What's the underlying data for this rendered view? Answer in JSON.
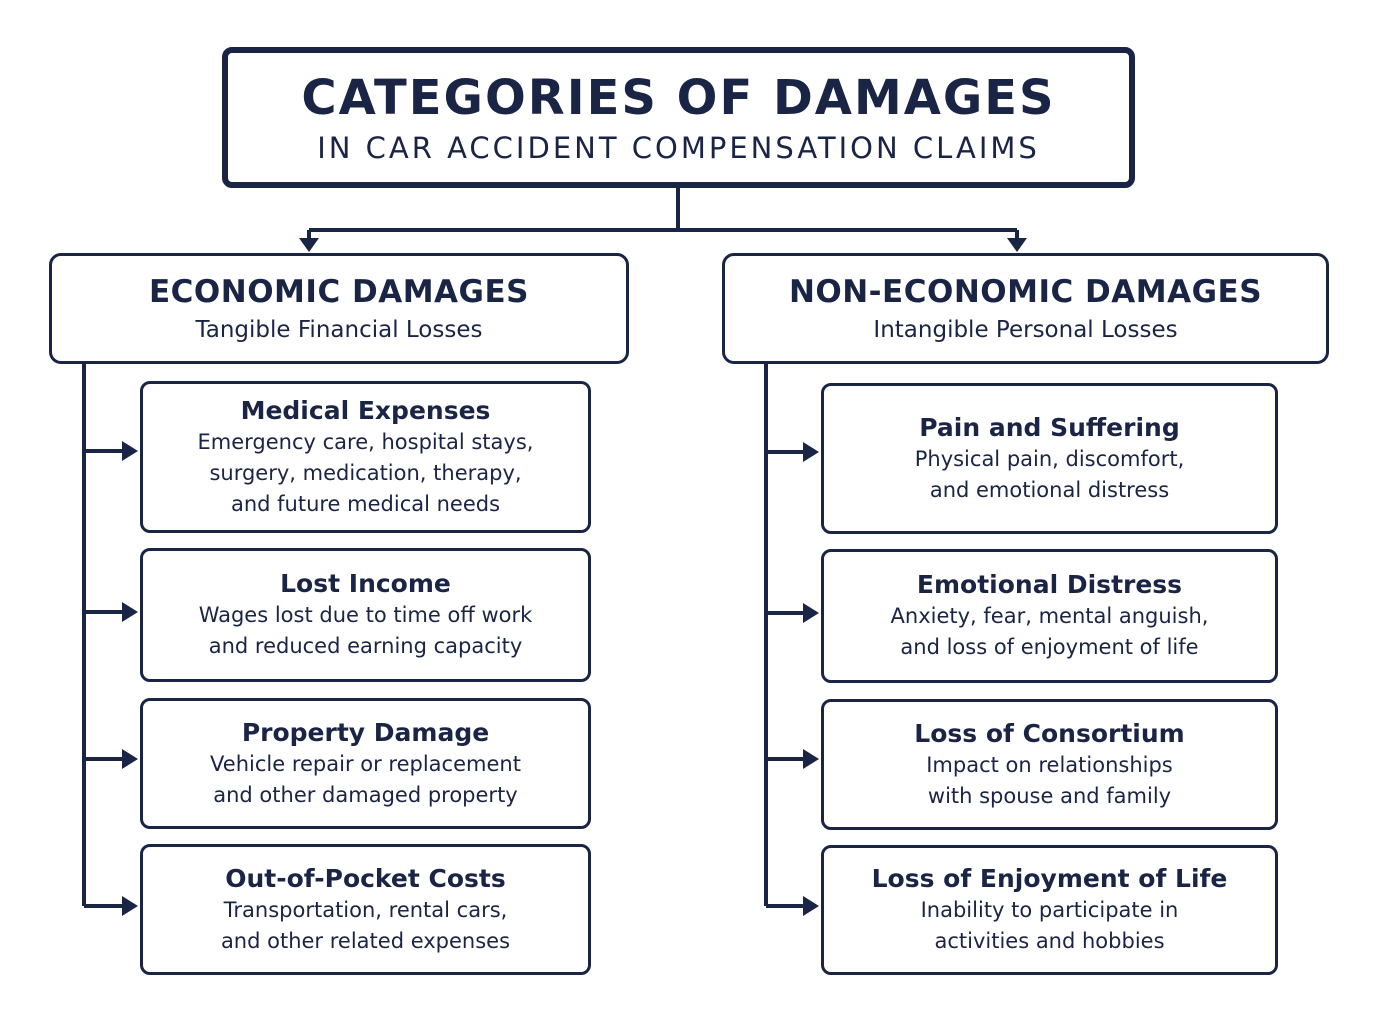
{
  "title": {
    "main": "CATEGORIES OF DAMAGES",
    "sub": "IN CAR ACCIDENT COMPENSATION CLAIMS"
  },
  "colors": {
    "primary": "#1a2444",
    "background": "#ffffff"
  },
  "economic": {
    "title": "ECONOMIC DAMAGES",
    "subtitle": "Tangible Financial Losses",
    "items": [
      {
        "title": "Medical Expenses",
        "lines": [
          "Emergency care, hospital stays,",
          "surgery, medication, therapy,",
          "and future medical needs"
        ]
      },
      {
        "title": "Lost Income",
        "lines": [
          "Wages lost due to time off work",
          "and reduced earning capacity"
        ]
      },
      {
        "title": "Property Damage",
        "lines": [
          "Vehicle repair or replacement",
          "and other damaged property"
        ]
      },
      {
        "title": "Out-of-Pocket Costs",
        "lines": [
          "Transportation, rental cars,",
          "and other related expenses"
        ]
      }
    ]
  },
  "non_economic": {
    "title": "NON-ECONOMIC DAMAGES",
    "subtitle": "Intangible Personal Losses",
    "items": [
      {
        "title": "Pain and Suffering",
        "lines": [
          "Physical pain, discomfort,",
          "and emotional distress"
        ]
      },
      {
        "title": "Emotional Distress",
        "lines": [
          "Anxiety, fear, mental anguish,",
          "and loss of enjoyment of life"
        ]
      },
      {
        "title": "Loss of Consortium",
        "lines": [
          "Impact on relationships",
          "with spouse and family"
        ]
      },
      {
        "title": "Loss of Enjoyment of Life",
        "lines": [
          "Inability to participate in",
          "activities and hobbies"
        ]
      }
    ]
  }
}
